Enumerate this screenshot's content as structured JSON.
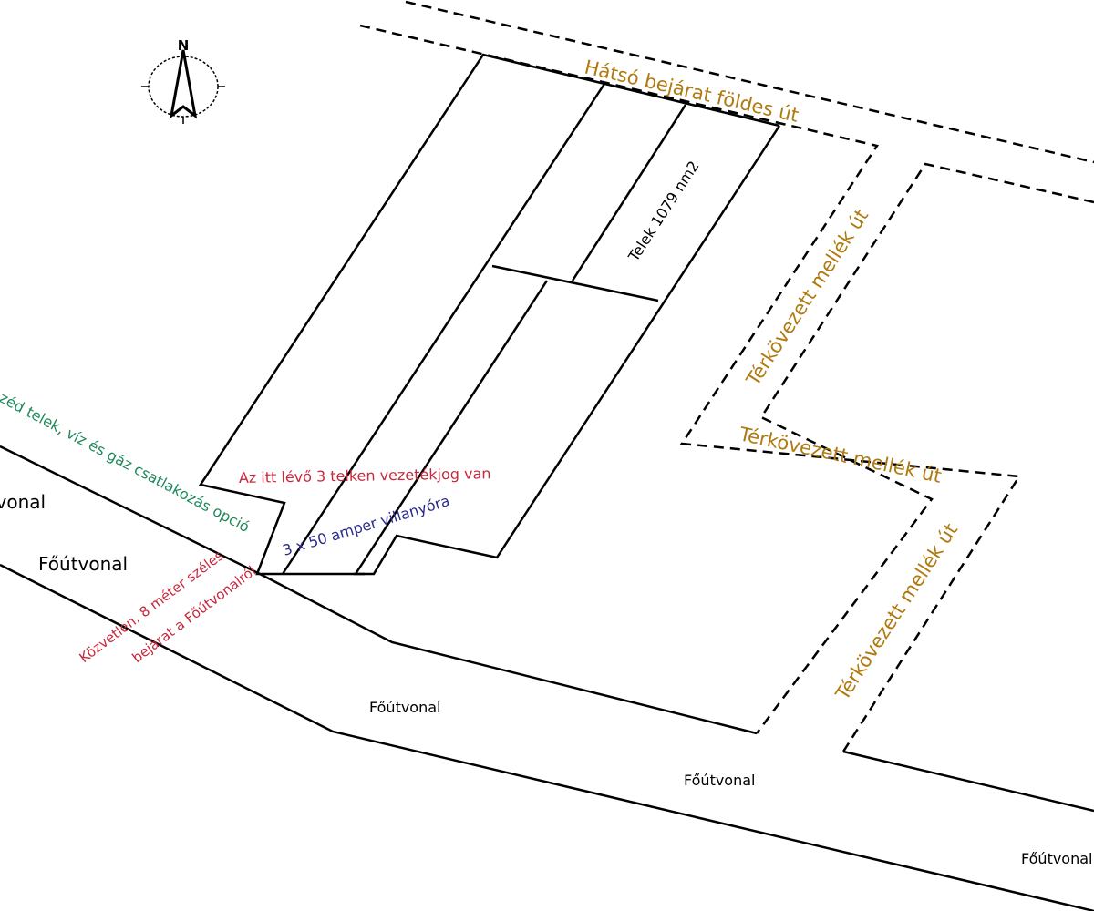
{
  "compass": {
    "north_label": "N"
  },
  "labels": {
    "back_entrance": "Hátsó bejárat földes út",
    "plot_area": "Telek 1079 nm2",
    "paved_side_road_1": "Térkövezett mellék út",
    "paved_side_road_2": "Térkövezett mellék út",
    "paved_side_road_3": "Térkövezett mellék út",
    "easement_note": "Az itt lévő 3 telken vezetékjog van",
    "electric_meter": "3 x 50 amper villanyóra",
    "neighbor_plot": "zéd telek, víz és gáz csatlakozás opció",
    "direct_entrance_line1": "Közvetlen, 8 méter széles",
    "direct_entrance_line2": "bejárat a Főútvonalról",
    "main_road_1": "Főútvonal",
    "main_road_2": "Főútvonal",
    "main_road_3": "Főútvonal",
    "main_road_4": "Főútvonal",
    "main_road_5": "Főútvonal"
  },
  "colors": {
    "road_label": "#b07a10",
    "note_red": "#c8283c",
    "note_blue": "#2a2a8c",
    "note_green": "#1f8a5a",
    "line": "#000000"
  }
}
